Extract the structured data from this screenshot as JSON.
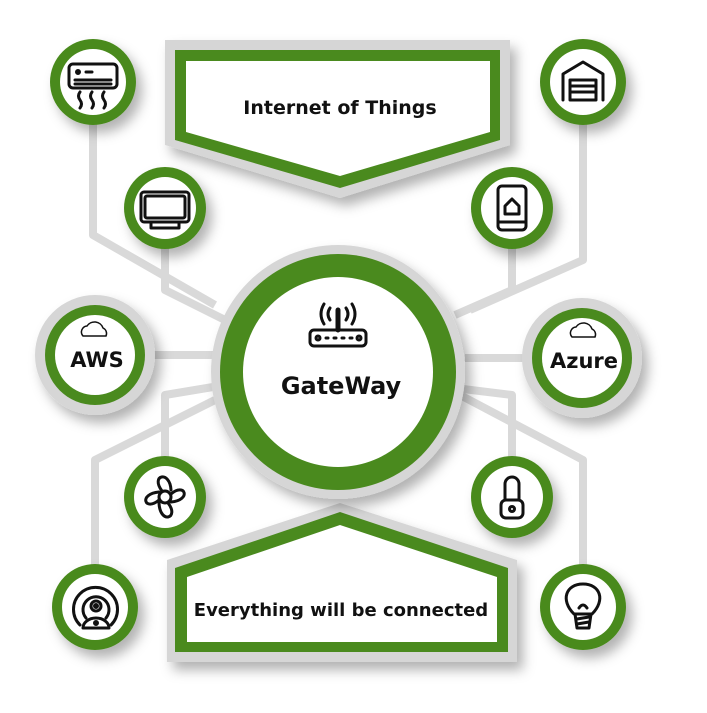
{
  "colors": {
    "green": "#4a8a1e",
    "gray": "#d6d6d6",
    "shadow": "#b8b8b8"
  },
  "header": {
    "title": "Internet of Things"
  },
  "footer": {
    "title": "Everything  will be connected"
  },
  "center": {
    "label": "GateWay",
    "icon": "router-icon"
  },
  "nodes": {
    "aws": {
      "label": "AWS",
      "icon": "cloud-icon"
    },
    "azure": {
      "label": "Azure",
      "icon": "cloud-icon"
    }
  },
  "devices": [
    "air-conditioner-icon",
    "garage-icon",
    "tv-icon",
    "smartphone-home-icon",
    "fan-icon",
    "lock-icon",
    "robot-vacuum-icon",
    "light-bulb-icon"
  ]
}
